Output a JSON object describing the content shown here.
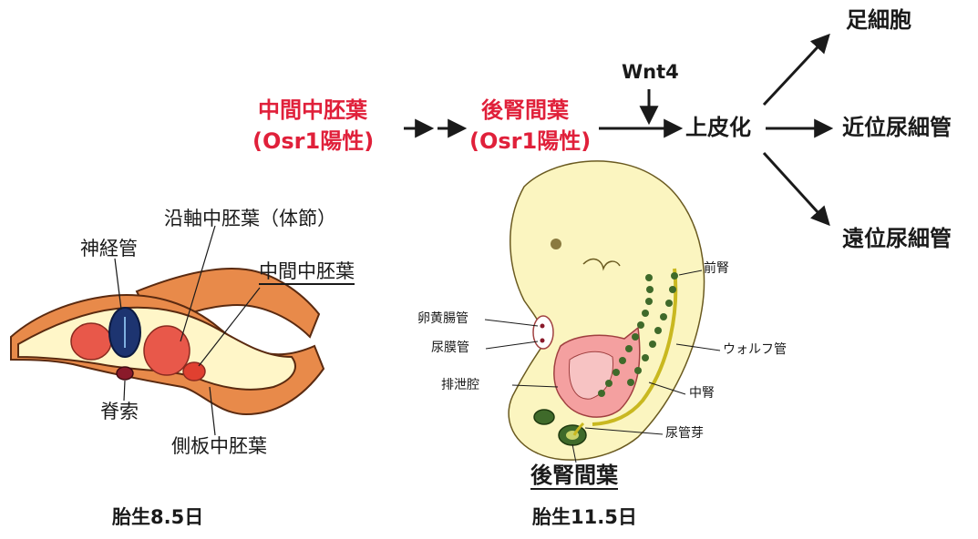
{
  "pathway": {
    "intermediate_mesoderm": "中間中胚葉",
    "osr1_positive_1": "(Osr1陽性)",
    "metanephric_mesenchyme": "後腎間葉",
    "osr1_positive_2": "(Osr1陽性)",
    "wnt4": "Wnt4",
    "epithelialization": "上皮化",
    "podocyte": "足細胞",
    "proximal_tubule": "近位尿細管",
    "distal_tubule": "遠位尿細管"
  },
  "cross_section": {
    "paraxial_mesoderm": "沿軸中胚葉（体節）",
    "neural_tube": "神経管",
    "intermediate_mesoderm": "中間中胚葉",
    "notochord": "脊索",
    "lateral_plate_mesoderm": "側板中胚葉",
    "stage": "胎生8.5日"
  },
  "embryo": {
    "pronephros": "前腎",
    "vitelline_duct": "卵黄腸管",
    "allantois": "尿膜管",
    "wolffian_duct": "ウォルフ管",
    "cloaca": "排泄腔",
    "mesonephros": "中腎",
    "ureteric_bud": "尿管芽",
    "metanephric_mesenchyme": "後腎間葉",
    "stage": "胎生11.5日"
  },
  "colors": {
    "label_red": "#e0203a",
    "tissue_orange": "#e88a4a",
    "tissue_cream": "#fff6c8",
    "embryo_yellow": "#fbf5c0",
    "mesonephros_green": "#3f6a2a",
    "gut_pink": "#f4a0a0",
    "neural_navy": "#1d3470"
  }
}
